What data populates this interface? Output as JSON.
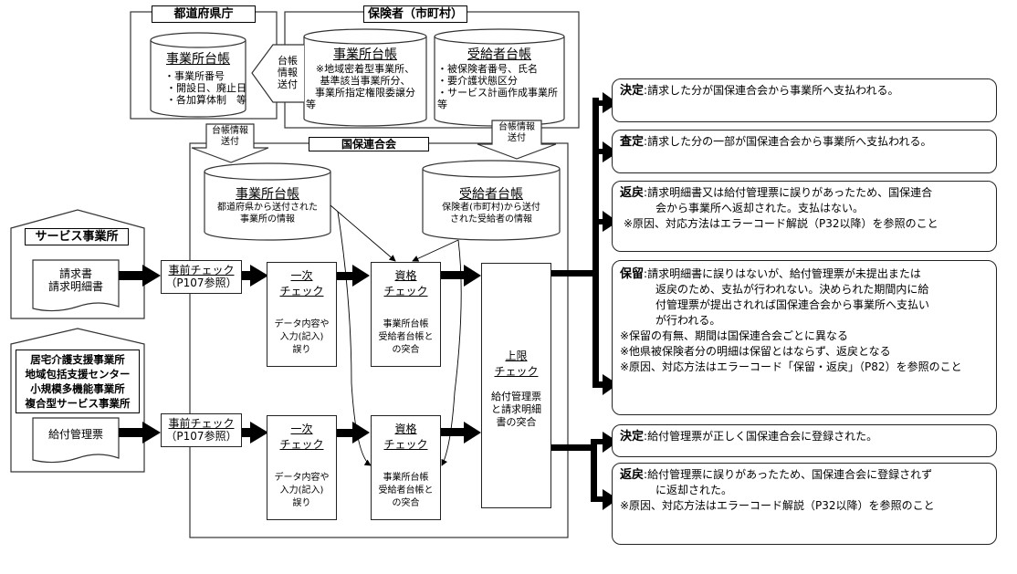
{
  "prefecture": {
    "title": "都道府県庁",
    "ledger": {
      "name": "事業所台帳",
      "items": [
        "・事業所番号",
        "・開設日、廃止日",
        "・各加算体制　等"
      ]
    }
  },
  "send_arrow_mid": [
    "台帳",
    "情報",
    "送付"
  ],
  "insurer": {
    "title": "保険者（市町村）",
    "office_ledger": {
      "name": "事業所台帳",
      "lines": [
        "※地域密着型事業所、",
        "基準該当事業所分、",
        "事業所指定権限委譲分",
        "等"
      ]
    },
    "recipient_ledger": {
      "name": "受給者台帳",
      "lines": [
        "・被保険者番号、氏名",
        "・要介護状態区分",
        "・サービス計画作成事業所",
        "等"
      ]
    }
  },
  "send_arrow_left": [
    "台帳情報",
    "送付"
  ],
  "send_arrow_right": [
    "台帳情報",
    "送付"
  ],
  "federation": {
    "title": "国保連合会",
    "office_ledger": {
      "name": "事業所台帳",
      "lines": [
        "都道府県から送付された",
        "事業所の情報"
      ]
    },
    "recipient_ledger": {
      "name": "受給者台帳",
      "lines": [
        "保険者(市町村)から送付",
        "された受給者の情報"
      ]
    },
    "primary_check": {
      "title": [
        "一次",
        "チェック"
      ],
      "desc": [
        "データ内容や",
        "入力(記入)",
        "誤り"
      ]
    },
    "qualification_check": {
      "title": [
        "資格",
        "チェック"
      ],
      "desc": [
        "事業所台帳",
        "受給者台帳と",
        "の突合"
      ]
    },
    "limit_check": {
      "title": [
        "上限",
        "チェック"
      ],
      "desc": [
        "給付管理票",
        "と請求明細",
        "書の突合"
      ]
    }
  },
  "service_office": {
    "title": "サービス事業所",
    "doc": [
      "請求書",
      "請求明細書"
    ]
  },
  "care_office": {
    "title_lines": [
      "居宅介護支援事業所",
      "地域包括支援センター",
      "小規模多機能事業所",
      "複合型サービス事業所"
    ],
    "doc": [
      "給付管理票"
    ]
  },
  "pre_check": {
    "title": "事前チェック",
    "ref": "（P107参照）"
  },
  "results_claim": [
    {
      "label": "決定",
      "lines": [
        "請求した分が国保連合会から事業所へ支払われる。"
      ],
      "notes": []
    },
    {
      "label": "査定",
      "lines": [
        "請求した分の一部が国保連合会から事業所へ支払われる。"
      ],
      "notes": []
    },
    {
      "label": "返戻",
      "lines": [
        "請求明細書又は給付管理票に誤りがあったため、国保連合",
        "会から事業所へ返却された。支払はない。"
      ],
      "notes": [
        "※原因、対応方法はエラーコード解説（P32以降）を参照のこと"
      ]
    },
    {
      "label": "保留",
      "lines": [
        "請求明細書に誤りはないが、給付管理票が未提出または",
        "返戻のため、支払が行われない。決められた期間内に給",
        "付管理票が提出されれば国保連合会から事業所へ支払い",
        "が行われる。"
      ],
      "notes": [
        "※保留の有無、期間は国保連合会ごとに異なる",
        "※他県被保険者分の明細は保留とはならず、返戻となる",
        "※原因、対応方法はエラーコード「保留・返戻」（P82）を参照のこと"
      ]
    }
  ],
  "results_benefit": [
    {
      "label": "決定",
      "lines": [
        "給付管理票が正しく国保連合会に登録された。"
      ],
      "notes": []
    },
    {
      "label": "返戻",
      "lines": [
        "給付管理票に誤りがあったため、国保連合会に登録されず",
        "に返却された。"
      ],
      "notes": [
        "※原因、対応方法はエラーコード解説（P32以降）を参照のこと"
      ]
    }
  ],
  "separator": ":"
}
